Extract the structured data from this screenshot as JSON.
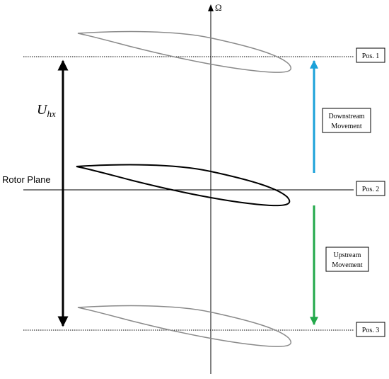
{
  "axis": {
    "symbol": "Ω"
  },
  "velocity": {
    "symbol": "U",
    "subscript": "hx"
  },
  "rotor_plane": {
    "label": "Rotor Plane"
  },
  "positions": [
    {
      "label": "Pos. 1"
    },
    {
      "label": "Pos. 2"
    },
    {
      "label": "Pos. 3"
    }
  ],
  "movements": [
    {
      "line1": "Downstream",
      "line2": "Movement",
      "color": "#1ba1d9"
    },
    {
      "line1": "Upstream",
      "line2": "Movement",
      "color": "#22a84a"
    }
  ],
  "colors": {
    "ghost_airfoil": "#8a8a8a",
    "active_airfoil": "#000000",
    "lines": "#000000"
  }
}
